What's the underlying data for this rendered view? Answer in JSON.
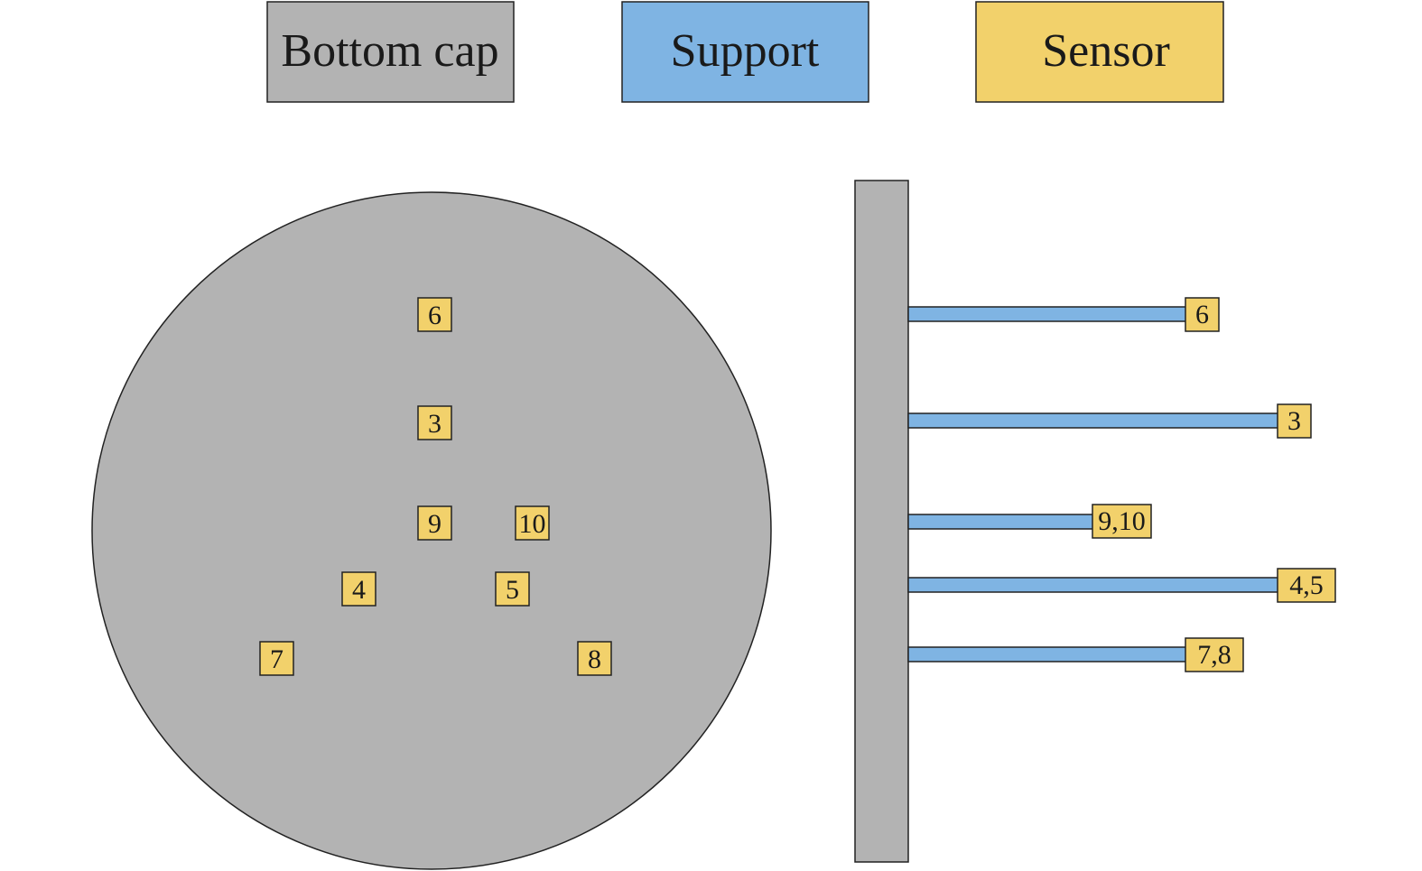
{
  "colors": {
    "bottom_cap": "#b3b3b3",
    "support": "#7fb4e3",
    "sensor": "#f2d16b",
    "outline": "#222222"
  },
  "legend": [
    {
      "key": "bottom_cap",
      "label": "Bottom cap"
    },
    {
      "key": "support",
      "label": "Support"
    },
    {
      "key": "sensor",
      "label": "Sensor"
    }
  ],
  "top_view": {
    "sensors": [
      "6",
      "3",
      "9",
      "10",
      "4",
      "5",
      "7",
      "8"
    ]
  },
  "side_view": {
    "supports": [
      {
        "label": "6"
      },
      {
        "label": "3"
      },
      {
        "label": "9,10"
      },
      {
        "label": "4,5"
      },
      {
        "label": "7,8"
      }
    ]
  }
}
